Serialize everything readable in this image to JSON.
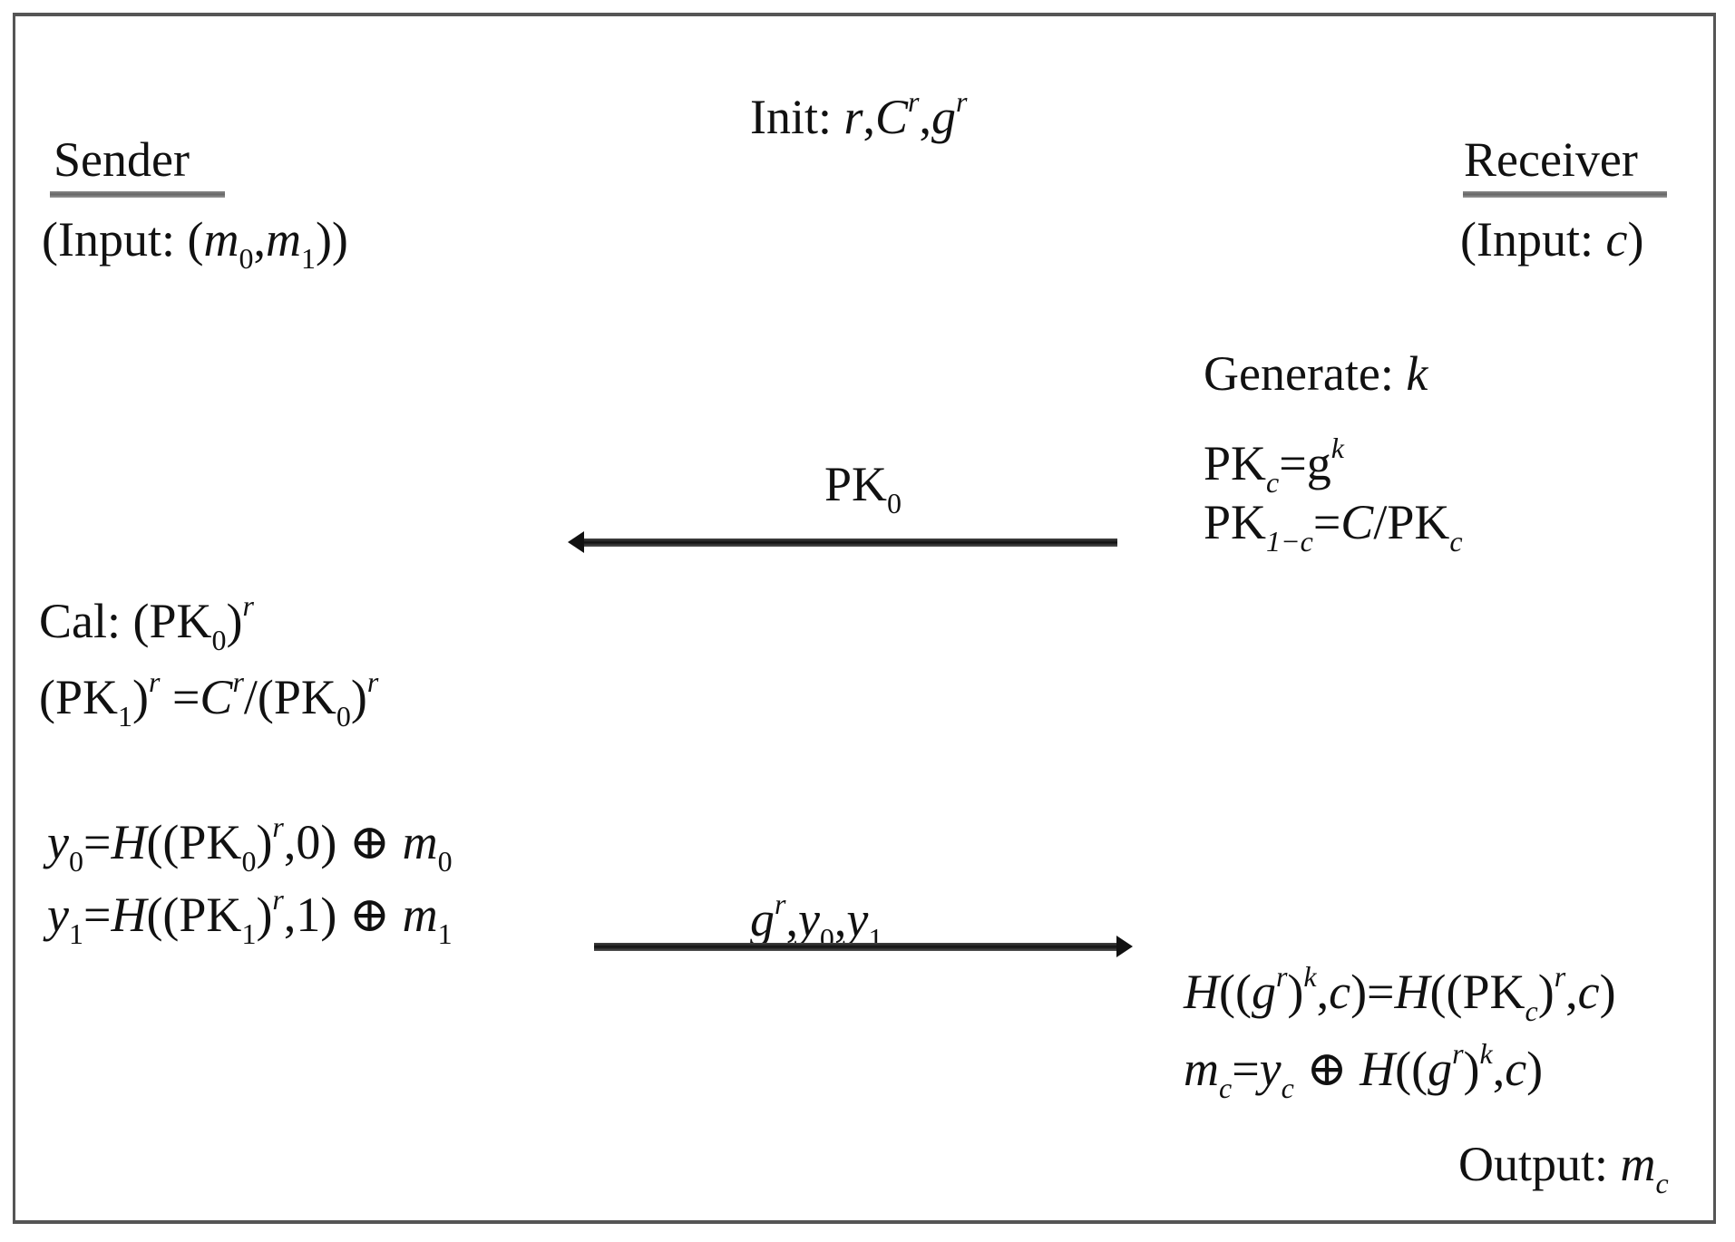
{
  "init": [
    {
      "t": "Init: "
    },
    {
      "t": "r",
      "i": 1
    },
    {
      "t": ","
    },
    {
      "t": "C",
      "i": 1
    },
    {
      "t": "r",
      "i": 1,
      "s": "sup"
    },
    {
      "t": ","
    },
    {
      "t": "g",
      "i": 1
    },
    {
      "t": "r",
      "i": 1,
      "s": "sup"
    }
  ],
  "sender_title": [
    {
      "t": "Sender"
    }
  ],
  "receiver_title": [
    {
      "t": "Receiver"
    }
  ],
  "sender_input": [
    {
      "t": "(Input: ("
    },
    {
      "t": "m",
      "i": 1
    },
    {
      "t": "0",
      "s": "sub"
    },
    {
      "t": ","
    },
    {
      "t": "m",
      "i": 1
    },
    {
      "t": "1",
      "s": "sub"
    },
    {
      "t": "))"
    }
  ],
  "receiver_input": [
    {
      "t": "(Input: "
    },
    {
      "t": "c",
      "i": 1
    },
    {
      "t": ")"
    }
  ],
  "generate": [
    {
      "t": "Generate: "
    },
    {
      "t": "k",
      "i": 1
    }
  ],
  "pkc": [
    {
      "t": "PK"
    },
    {
      "t": "c",
      "i": 1,
      "s": "sub"
    },
    {
      "t": "=g"
    },
    {
      "t": "k",
      "i": 1,
      "s": "sup"
    }
  ],
  "pk1c": [
    {
      "t": "PK"
    },
    {
      "t": "1−c",
      "i": 1,
      "s": "sub"
    },
    {
      "t": "="
    },
    {
      "t": "C",
      "i": 1
    },
    {
      "t": "/PK"
    },
    {
      "t": "c",
      "i": 1,
      "s": "sub"
    }
  ],
  "msg1": [
    {
      "t": "PK"
    },
    {
      "t": "0",
      "s": "sub"
    }
  ],
  "cal": [
    {
      "t": "Cal: (PK"
    },
    {
      "t": "0",
      "s": "sub"
    },
    {
      "t": ")"
    },
    {
      "t": "r",
      "i": 1,
      "s": "sup"
    }
  ],
  "pk1r": [
    {
      "t": "(PK"
    },
    {
      "t": "1",
      "s": "sub"
    },
    {
      "t": ")"
    },
    {
      "t": "r",
      "i": 1,
      "s": "sup"
    },
    {
      "t": " ="
    },
    {
      "t": "C",
      "i": 1
    },
    {
      "t": "r",
      "i": 1,
      "s": "sup"
    },
    {
      "t": "/(PK"
    },
    {
      "t": "0",
      "s": "sub"
    },
    {
      "t": ")"
    },
    {
      "t": "r",
      "i": 1,
      "s": "sup"
    }
  ],
  "y0": [
    {
      "t": "y",
      "i": 1
    },
    {
      "t": "0",
      "s": "sub"
    },
    {
      "t": "="
    },
    {
      "t": "H",
      "i": 1
    },
    {
      "t": "((PK"
    },
    {
      "t": "0",
      "s": "sub"
    },
    {
      "t": ")"
    },
    {
      "t": "r",
      "i": 1,
      "s": "sup"
    },
    {
      "t": ",0) ⊕ "
    },
    {
      "t": "m",
      "i": 1
    },
    {
      "t": "0",
      "s": "sub"
    }
  ],
  "y1": [
    {
      "t": "y",
      "i": 1
    },
    {
      "t": "1",
      "s": "sub"
    },
    {
      "t": "="
    },
    {
      "t": "H",
      "i": 1
    },
    {
      "t": "((PK"
    },
    {
      "t": "1",
      "s": "sub"
    },
    {
      "t": ")"
    },
    {
      "t": "r",
      "i": 1,
      "s": "sup"
    },
    {
      "t": ",1) ⊕ "
    },
    {
      "t": "m",
      "i": 1
    },
    {
      "t": "1",
      "s": "sub"
    }
  ],
  "msg2": [
    {
      "t": "g",
      "i": 1
    },
    {
      "t": "r",
      "i": 1,
      "s": "sup"
    },
    {
      "t": ","
    },
    {
      "t": "y",
      "i": 1
    },
    {
      "t": "0",
      "s": "sub"
    },
    {
      "t": ","
    },
    {
      "t": "y",
      "i": 1
    },
    {
      "t": "1",
      "s": "sub"
    }
  ],
  "hash_eq": [
    {
      "t": "H",
      "i": 1
    },
    {
      "t": "(("
    },
    {
      "t": "g",
      "i": 1
    },
    {
      "t": "r",
      "i": 1,
      "s": "sup"
    },
    {
      "t": ")"
    },
    {
      "t": "k",
      "i": 1,
      "s": "sup"
    },
    {
      "t": ","
    },
    {
      "t": "c",
      "i": 1
    },
    {
      "t": ")="
    },
    {
      "t": "H",
      "i": 1
    },
    {
      "t": "((PK"
    },
    {
      "t": "c",
      "i": 1,
      "s": "sub"
    },
    {
      "t": ")"
    },
    {
      "t": "r",
      "i": 1,
      "s": "sup"
    },
    {
      "t": ","
    },
    {
      "t": "c",
      "i": 1
    },
    {
      "t": ")"
    }
  ],
  "mc": [
    {
      "t": "m",
      "i": 1
    },
    {
      "t": "c",
      "i": 1,
      "s": "sub"
    },
    {
      "t": "="
    },
    {
      "t": "y",
      "i": 1
    },
    {
      "t": "c",
      "i": 1,
      "s": "sub"
    },
    {
      "t": " ⊕ "
    },
    {
      "t": "H",
      "i": 1
    },
    {
      "t": "(("
    },
    {
      "t": "g",
      "i": 1
    },
    {
      "t": "r",
      "i": 1,
      "s": "sup"
    },
    {
      "t": ")"
    },
    {
      "t": "k",
      "i": 1,
      "s": "sup"
    },
    {
      "t": ","
    },
    {
      "t": "c",
      "i": 1
    },
    {
      "t": ")"
    }
  ],
  "output": [
    {
      "t": "Output: "
    },
    {
      "t": "m",
      "i": 1
    },
    {
      "t": "c",
      "i": 1,
      "s": "sub"
    }
  ]
}
